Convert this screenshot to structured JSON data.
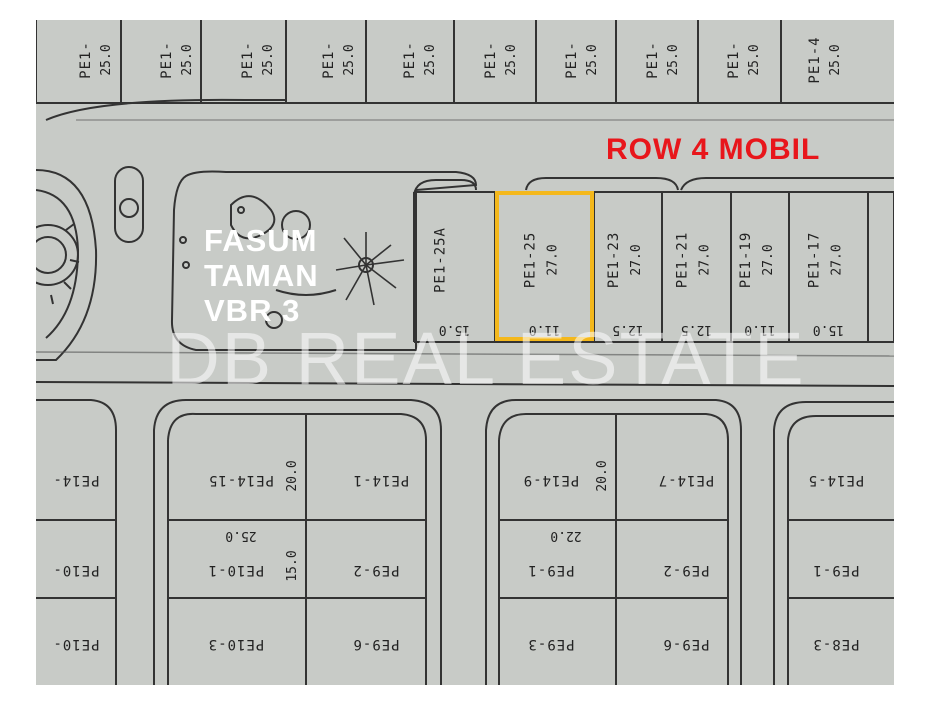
{
  "overlay": {
    "facility_label_line1": "FASUM",
    "facility_label_line2": "TAMAN",
    "facility_label_line3": "VBR 3",
    "row_label": "ROW 4 MOBIL",
    "watermark": "DB REAL ESTATE",
    "highlight_color": "#f4b81c",
    "row_label_color": "#e8161b"
  },
  "top_row_lots": [
    {
      "code": "PE1-",
      "dim": "25.0"
    },
    {
      "code": "PE1-",
      "dim": "25.0"
    },
    {
      "code": "PE1-",
      "dim": "25.0"
    },
    {
      "code": "PE1-",
      "dim": "25.0"
    },
    {
      "code": "PE1-",
      "dim": "25.0"
    },
    {
      "code": "PE1-",
      "dim": "25.0"
    },
    {
      "code": "PE1-",
      "dim": "25.0"
    },
    {
      "code": "PE1-",
      "dim": "25.0"
    },
    {
      "code": "PE1-",
      "dim": "25.0"
    },
    {
      "code": "PE1-4",
      "dim": "25.0"
    }
  ],
  "row4_lots": [
    {
      "code": "PE1-25A",
      "depth": "",
      "width": "15.0"
    },
    {
      "code": "PE1-25",
      "depth": "27.0",
      "width": "11.0",
      "highlighted": true
    },
    {
      "code": "PE1-23",
      "depth": "27.0",
      "width": "12.5"
    },
    {
      "code": "PE1-21",
      "depth": "27.0",
      "width": "12.5"
    },
    {
      "code": "PE1-19",
      "depth": "27.0",
      "width": "11.0"
    },
    {
      "code": "PE1-17",
      "depth": "27.0",
      "width": "15.0"
    }
  ],
  "lower_blocks": {
    "block_a": [
      "PE14-15",
      "PE14-1",
      "PE10-1",
      "PE9-2",
      "PE10-3",
      "PE9-6"
    ],
    "block_b": [
      "PE14-9",
      "PE14-7",
      "PE9-1",
      "PE9-2",
      "PE9-3",
      "PE9-6"
    ],
    "block_c": [
      "PE14-5",
      "PE9-1",
      "PE8-3"
    ],
    "block_left": [
      "PE14-",
      "PE10-",
      "PE10-"
    ],
    "dims": [
      "20.0",
      "25.0",
      "15.0",
      "20.0",
      "22.0"
    ]
  }
}
